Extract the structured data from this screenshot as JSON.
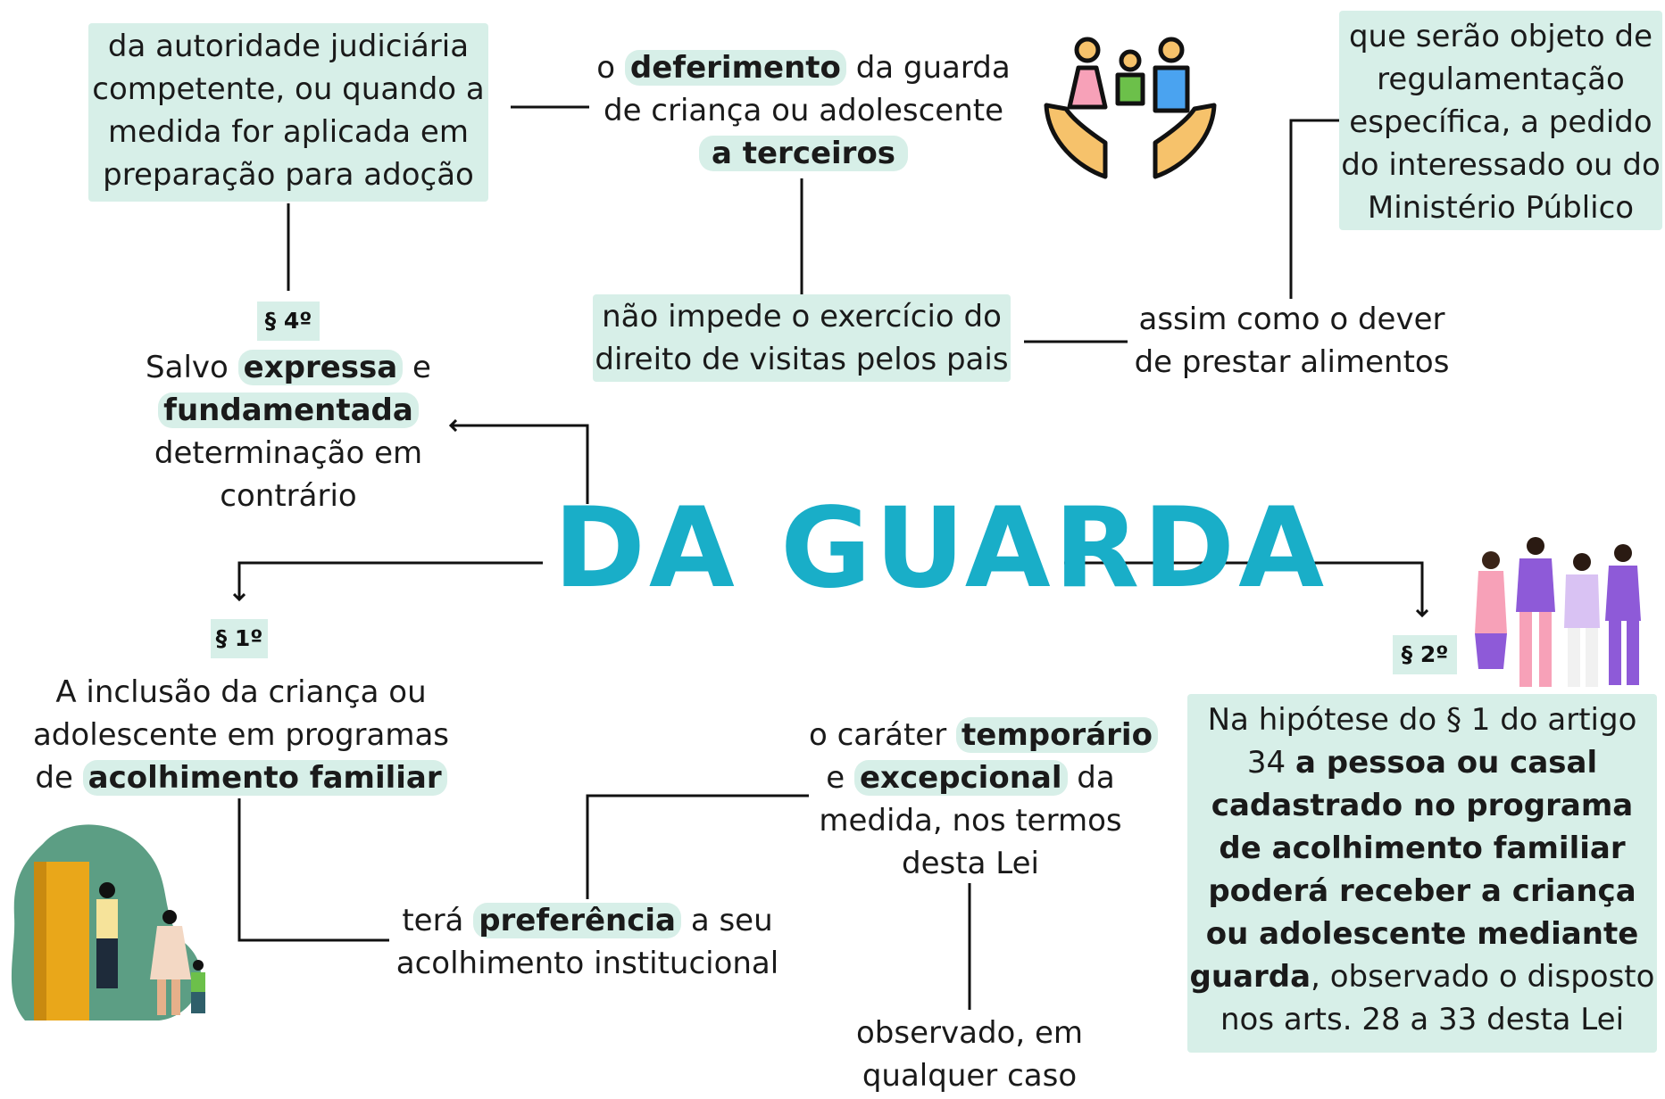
{
  "title": "DA GUARDA",
  "colors": {
    "accent": "#19aec8",
    "box": "#d7efe8",
    "line": "#111111"
  },
  "icons": [
    "family-hands-icon",
    "people-group-icon",
    "door-family-icon"
  ],
  "nodes": {
    "autoridade": [
      "da autoridade judiciária",
      "competente, ou quando a",
      "medida for aplicada em",
      "preparação para adoção"
    ],
    "deferimento": {
      "pre": "o ",
      "b1": "deferimento",
      "mid": " da guarda",
      "line2": "de criança ou adolescente",
      "b2": "a terceiros"
    },
    "regulamentacao": [
      "que serão objeto de",
      "regulamentação",
      "específica, a pedido",
      "do interessado ou do",
      "Ministério Público"
    ],
    "visitas": [
      "não impede o exercício do",
      "direito de visitas pelos pais"
    ],
    "alimentos": [
      "assim como o dever",
      "de prestar alimentos"
    ],
    "par4": {
      "badge": "§ 4º",
      "pre": "Salvo ",
      "b1": "expressa",
      "mid": " e",
      "b2": "fundamentada",
      "line3": "determinação em",
      "line4": "contrário"
    },
    "par1": {
      "badge": "§ 1º",
      "line1": "A inclusão da criança ou",
      "line2": "adolescente em programas",
      "pre3": "de ",
      "b1": "acolhimento familiar"
    },
    "par2": {
      "badge": "§ 2º",
      "line1": "Na hipótese do § 1 do artigo",
      "pre2": "34 ",
      "b2": "a pessoa ou casal",
      "b3": "cadastrado no programa",
      "b4": "de acolhimento familiar",
      "b5": "poderá receber a criança",
      "b6": "ou adolescente mediante",
      "b7": "guarda",
      "post7": ", observado o disposto",
      "line8": "nos arts. 28 a 33 desta Lei"
    },
    "temporario": {
      "pre": "o caráter ",
      "b1": "temporário",
      "pre2": "e ",
      "b2": "excepcional",
      "post2": " da",
      "line3": "medida, nos termos",
      "line4": "desta Lei"
    },
    "preferencia": {
      "pre": "terá ",
      "b1": "preferência",
      "post": " a seu",
      "line2": "acolhimento institucional"
    },
    "observado": [
      "observado, em",
      "qualquer caso"
    ]
  }
}
